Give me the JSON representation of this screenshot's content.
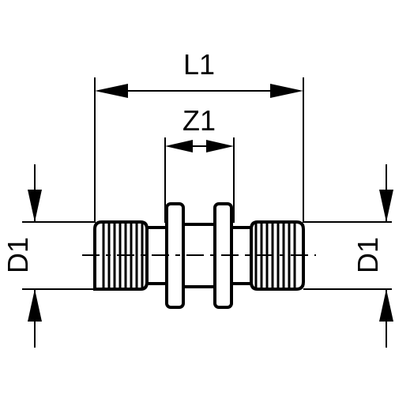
{
  "dimensions": {
    "overall_length": "L1",
    "center_gap": "Z1",
    "diameter_left": "D1",
    "diameter_right": "D1"
  },
  "colors": {
    "line": "#000000",
    "background": "#ffffff"
  }
}
